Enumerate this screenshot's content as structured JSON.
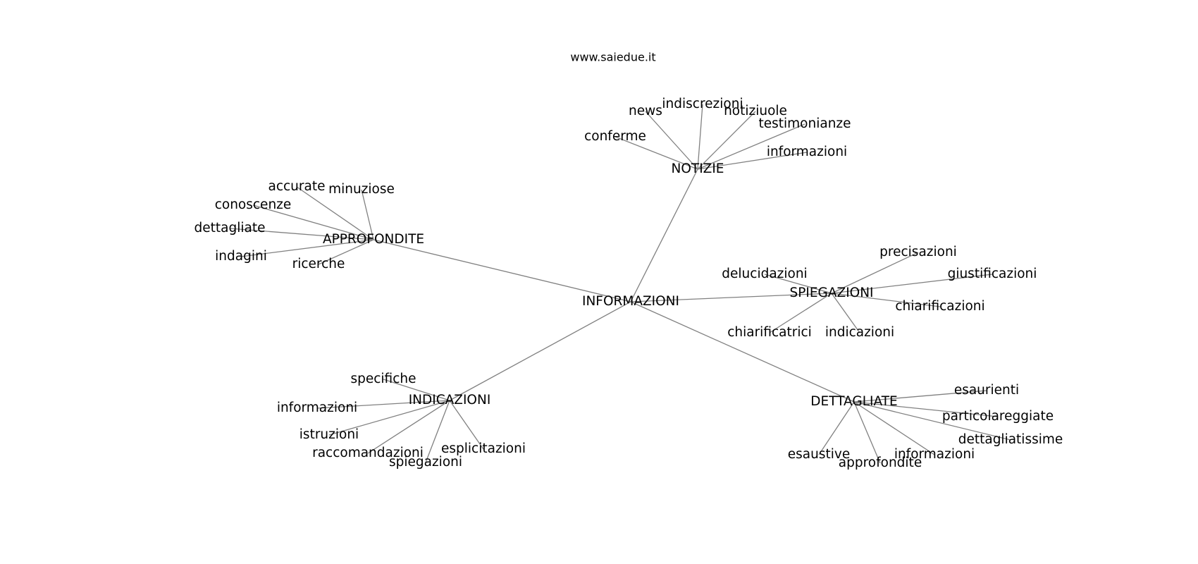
{
  "site_title": "www.saiedue.it",
  "colors": {
    "edge": "#808080",
    "text": "#000000",
    "background": "#ffffff"
  },
  "root": "INFORMAZIONI",
  "branches": [
    {
      "id": "notizie",
      "label": "NOTIZIE",
      "children": [
        "conferme",
        "news",
        "indiscrezioni",
        "notiziuole",
        "testimonianze",
        "informazioni"
      ]
    },
    {
      "id": "approfondite",
      "label": "APPROFONDITE",
      "children": [
        "accurate",
        "minuziose",
        "conoscenze",
        "dettagliate",
        "indagini",
        "ricerche"
      ]
    },
    {
      "id": "spiegazioni",
      "label": "SPIEGAZIONI",
      "children": [
        "precisazioni",
        "delucidazioni",
        "giustificazioni",
        "chiarificazioni",
        "chiarificatrici",
        "indicazioni"
      ]
    },
    {
      "id": "indicazioni",
      "label": "INDICAZIONI",
      "children": [
        "specifiche",
        "informazioni",
        "istruzioni",
        "raccomandazioni",
        "spiegazioni",
        "esplicitazioni"
      ]
    },
    {
      "id": "dettagliate",
      "label": "DETTAGLIATE",
      "children": [
        "esaurienti",
        "particolareggiate",
        "dettagliatissime",
        "informazioni",
        "esaustive",
        "approfondite"
      ]
    }
  ]
}
